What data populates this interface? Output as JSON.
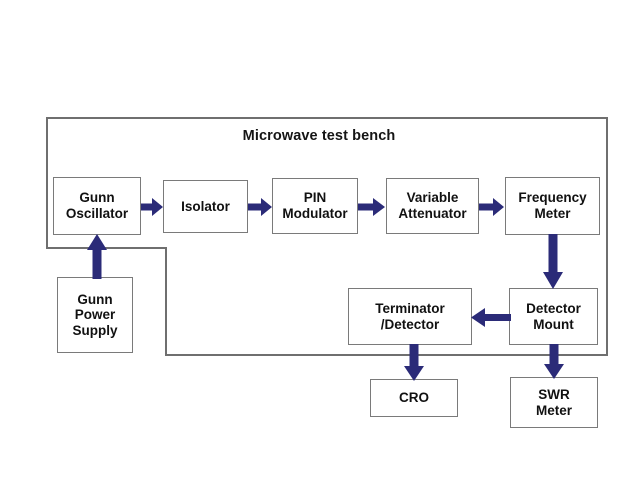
{
  "diagram": {
    "title": "Microwave test bench",
    "accent_color": "#2b2b78",
    "block_border_color": "#7a7a7a",
    "frame_color": "#6f6f6f",
    "background_color": "#ffffff",
    "text_color": "#111111",
    "blocks": [
      {
        "id": "gunn-oscillator",
        "label": "Gunn\nOscillator"
      },
      {
        "id": "isolator",
        "label": "Isolator"
      },
      {
        "id": "pin-modulator",
        "label": "PIN\nModulator"
      },
      {
        "id": "variable-attenuator",
        "label": "Variable\nAttenuator"
      },
      {
        "id": "frequency-meter",
        "label": "Frequency\nMeter"
      },
      {
        "id": "gunn-power-supply",
        "label": "Gunn\nPower\nSupply"
      },
      {
        "id": "terminator-detector",
        "label": "Terminator\n/Detector"
      },
      {
        "id": "detector-mount",
        "label": "Detector\nMount"
      },
      {
        "id": "cro",
        "label": "CRO"
      },
      {
        "id": "swr-meter",
        "label": "SWR\nMeter"
      }
    ],
    "connections": [
      {
        "id": "gunn-oscillator-to-isolator",
        "direction": "right"
      },
      {
        "id": "isolator-to-pin-modulator",
        "direction": "right"
      },
      {
        "id": "pin-modulator-to-variable-attenuator",
        "direction": "right"
      },
      {
        "id": "variable-attenuator-to-frequency-meter",
        "direction": "right"
      },
      {
        "id": "frequency-meter-to-detector-mount",
        "direction": "down"
      },
      {
        "id": "detector-mount-to-terminator-detector",
        "direction": "left"
      },
      {
        "id": "terminator-detector-to-cro",
        "direction": "down"
      },
      {
        "id": "detector-mount-to-swr-meter",
        "direction": "down"
      },
      {
        "id": "gunn-power-supply-to-gunn-oscillator",
        "direction": "up"
      }
    ]
  }
}
